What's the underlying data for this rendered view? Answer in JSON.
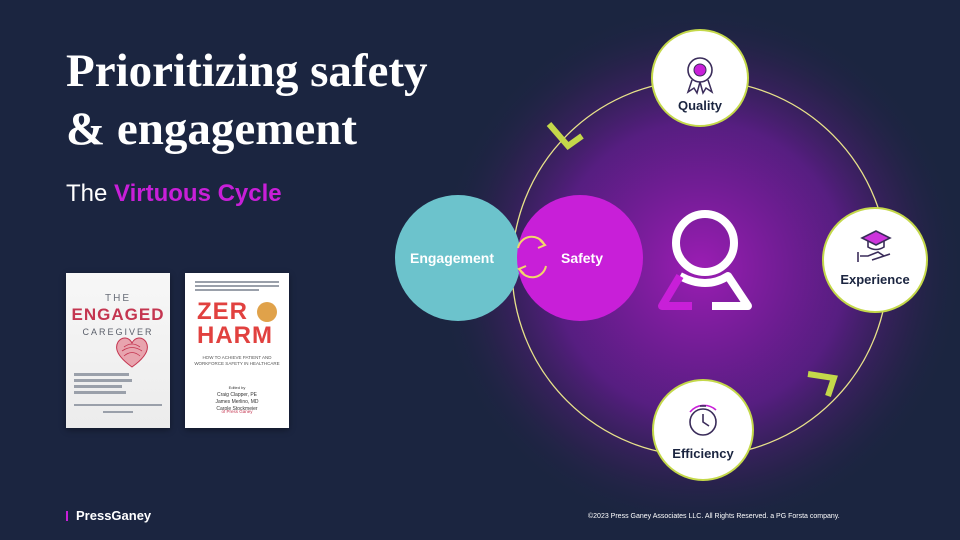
{
  "slide": {
    "title_line1": "Prioritizing safety",
    "title_line2": "& engagement",
    "subtitle_prefix": "The ",
    "subtitle_accent": "Virtuous Cycle"
  },
  "books": {
    "engaged": {
      "the": "THE",
      "engaged": "ENGAGED",
      "caregiver": "CAREGIVER"
    },
    "zero_harm": {
      "zero": "ZER",
      "harm": "HARM",
      "subtitle": "How to achieve patient and workforce safety in healthcare",
      "edited_by": "Edited by",
      "author1": "Craig Clapper, PE",
      "author2": "James Merlino, MD",
      "author3": "Carole Stockmeier",
      "publisher": "of Press Ganey"
    }
  },
  "diagram": {
    "engagement": "Engagement",
    "safety": "Safety",
    "quality": "Quality",
    "experience": "Experience",
    "efficiency": "Efficiency"
  },
  "footer": {
    "logo": "PressGaney",
    "copyright": "©2023 Press Ganey Associates LLC. All Rights Reserved. a PG Forsta company."
  },
  "colors": {
    "background": "#1b2540",
    "magenta": "#c81fd8",
    "teal": "#6cc3cc",
    "lime": "#c4d84a",
    "node_fill": "#ffffff"
  },
  "icons": [
    "award-ribbon-icon",
    "hand-graduation-cap-icon",
    "stopwatch-cycle-icon",
    "person-icon",
    "cycle-arrows-icon"
  ]
}
